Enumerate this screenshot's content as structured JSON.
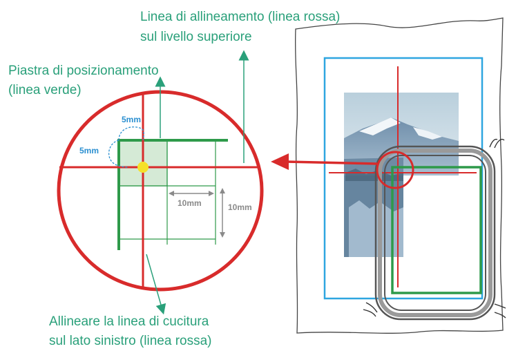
{
  "callouts": {
    "alignment_line_1": "Linea di allineamento (linea rossa)",
    "alignment_line_2": "sul livello superiore",
    "positioning_plate_1": "Piastra di posizionamento",
    "positioning_plate_2": "(linea verde)",
    "stitch_line_1": "Allineare la linea di cucitura",
    "stitch_line_2": "sul lato sinistro (linea rossa)"
  },
  "dimensions": {
    "offset_top": "5mm",
    "offset_left": "5mm",
    "grid_width": "10mm",
    "grid_height": "10mm"
  },
  "colors": {
    "red_line": "#d82b2b",
    "green_plate": "#2e9a4a",
    "callout_text": "#2aa07a",
    "blue_frame": "#2ea6e0",
    "hoop_gray": "#8c8c8c",
    "center_dot": "#f5e12a"
  }
}
